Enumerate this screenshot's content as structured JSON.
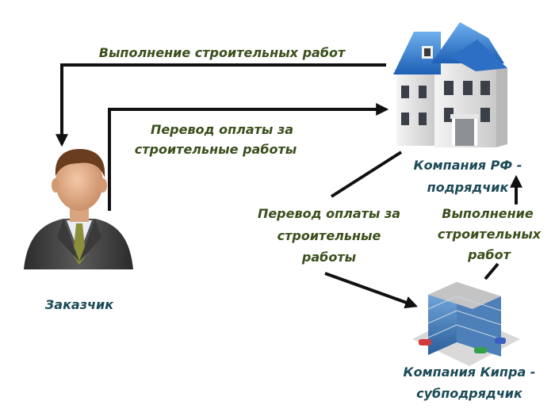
{
  "diagram": {
    "nodes": {
      "customer": {
        "label": "Заказчик"
      },
      "rf_company": {
        "label_line1": "Компания РФ -",
        "label_line2": "подрядчик"
      },
      "cy_company": {
        "label_line1": "Компания Кипра -",
        "label_line2": "субподрядчик"
      }
    },
    "edges": {
      "works_to_customer": {
        "label": "Выполнение строительных работ"
      },
      "payment_to_rf": {
        "label_line1": "Перевод оплаты за",
        "label_line2": "строительные работы"
      },
      "payment_to_cy": {
        "label_line1": "Перевод оплаты за",
        "label_line2": "строительные",
        "label_line3": "работы"
      },
      "works_to_rf": {
        "label_line1": "Выполнение",
        "label_line2": "строительных",
        "label_line3": "работ"
      }
    },
    "colors": {
      "edge_text": "#3a4f1c",
      "node_text": "#1c4a57",
      "arrow": "#111111"
    }
  }
}
